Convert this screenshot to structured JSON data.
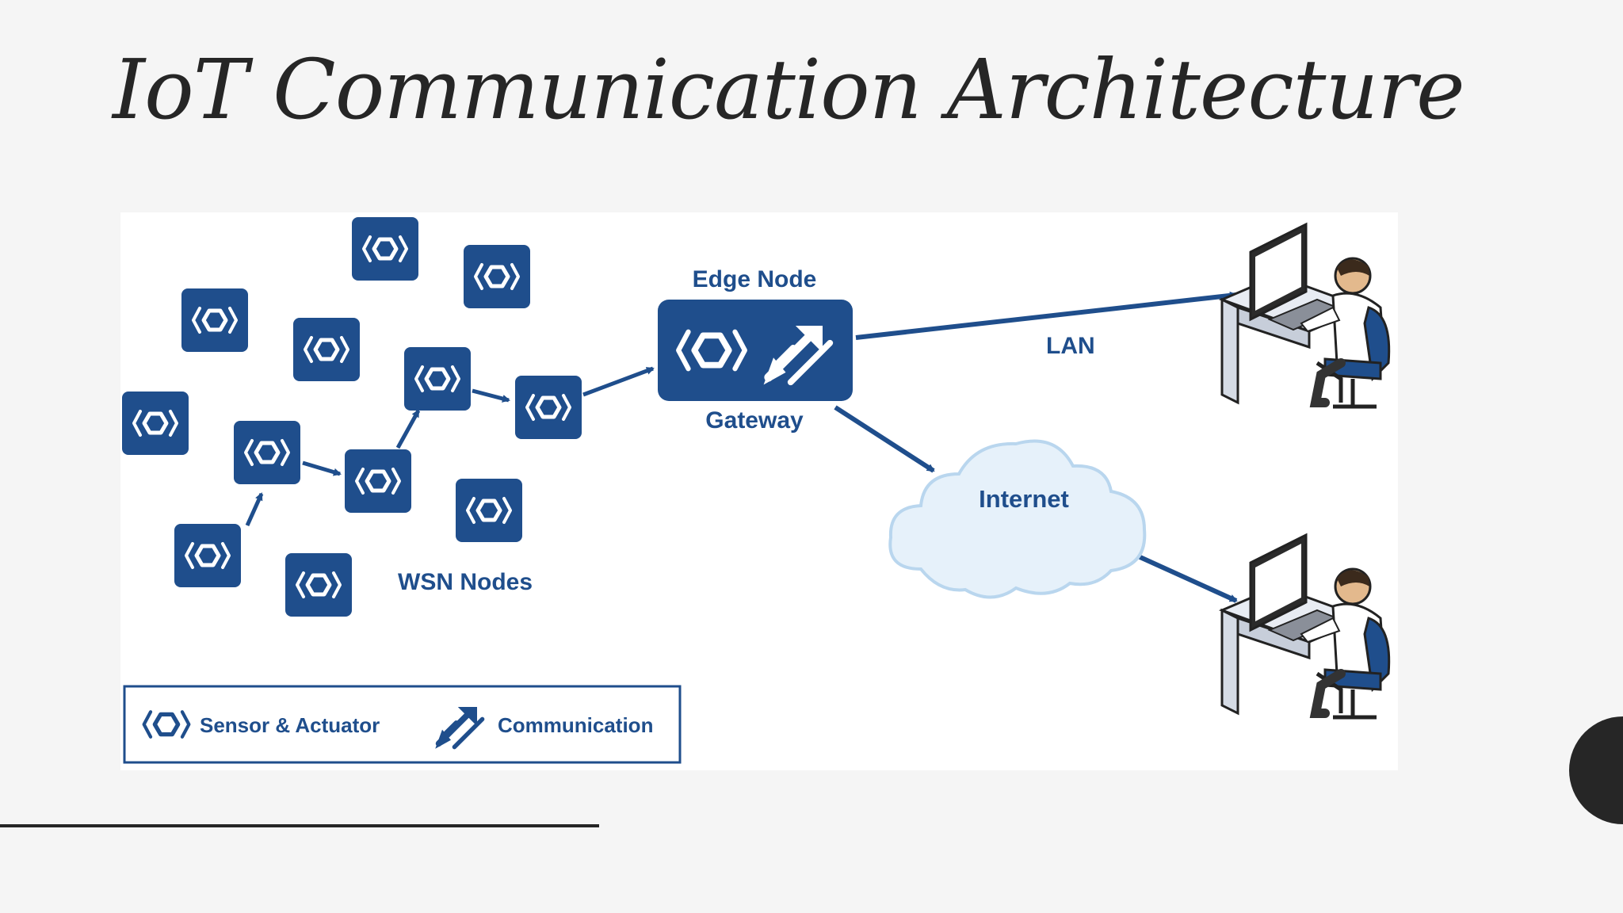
{
  "slide": {
    "title": "IoT Communication Architecture"
  },
  "diagram": {
    "labels": {
      "edge_node": "Edge Node",
      "gateway": "Gateway",
      "lan": "LAN",
      "internet": "Internet",
      "wsn_nodes": "WSN Nodes"
    },
    "legend": {
      "sensor_actuator": "Sensor & Actuator",
      "communication": "Communication"
    },
    "colors": {
      "node_blue": "#1f4e8c",
      "cloud_fill": "#e6f1fa",
      "cloud_stroke": "#b9d6ee",
      "title_text": "#262626"
    },
    "icons": [
      "sensor-actuator-icon",
      "communication-icon",
      "workstation-user-icon",
      "cloud-icon"
    ]
  }
}
